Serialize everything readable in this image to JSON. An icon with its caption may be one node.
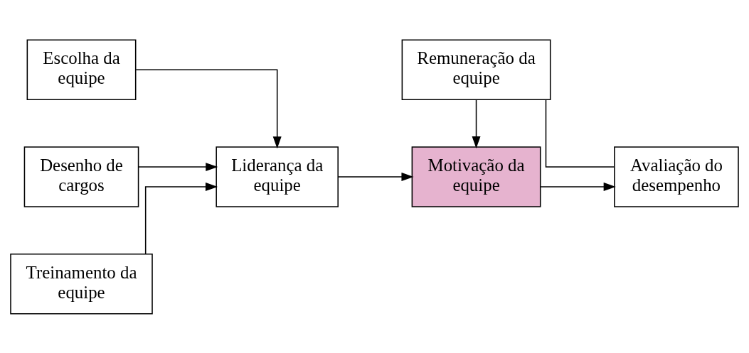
{
  "diagram": {
    "nodes": [
      {
        "text": [
          "Escolha da equipe"
        ]
      },
      {
        "text": [
          "Desenho de cargos"
        ]
      },
      {
        "text": [
          "Treinamento da equipe"
        ]
      },
      {
        "text": [
          "Liderança da equipe"
        ]
      },
      {
        "text": [
          "Motivação da equipe"
        ]
      },
      {
        "text": [
          "Avaliação do desempenho"
        ]
      },
      {
        "text": [
          "Remuneração da equipe"
        ]
      }
    ],
    "edges": [
      {
        "from": 0,
        "to": 3,
        "arrow": "to"
      },
      {
        "from": 1,
        "to": 3,
        "arrow": "to"
      },
      {
        "from": 2,
        "to": 3,
        "arrow": "to"
      },
      {
        "from": 3,
        "to": 4,
        "arrow": "to"
      },
      {
        "from": 4,
        "to": 5,
        "arrow": "to"
      },
      {
        "from": 6,
        "to": 4,
        "arrow": "to"
      },
      {
        "from": 5,
        "to": 6,
        "arrow": "none"
      }
    ]
  }
}
